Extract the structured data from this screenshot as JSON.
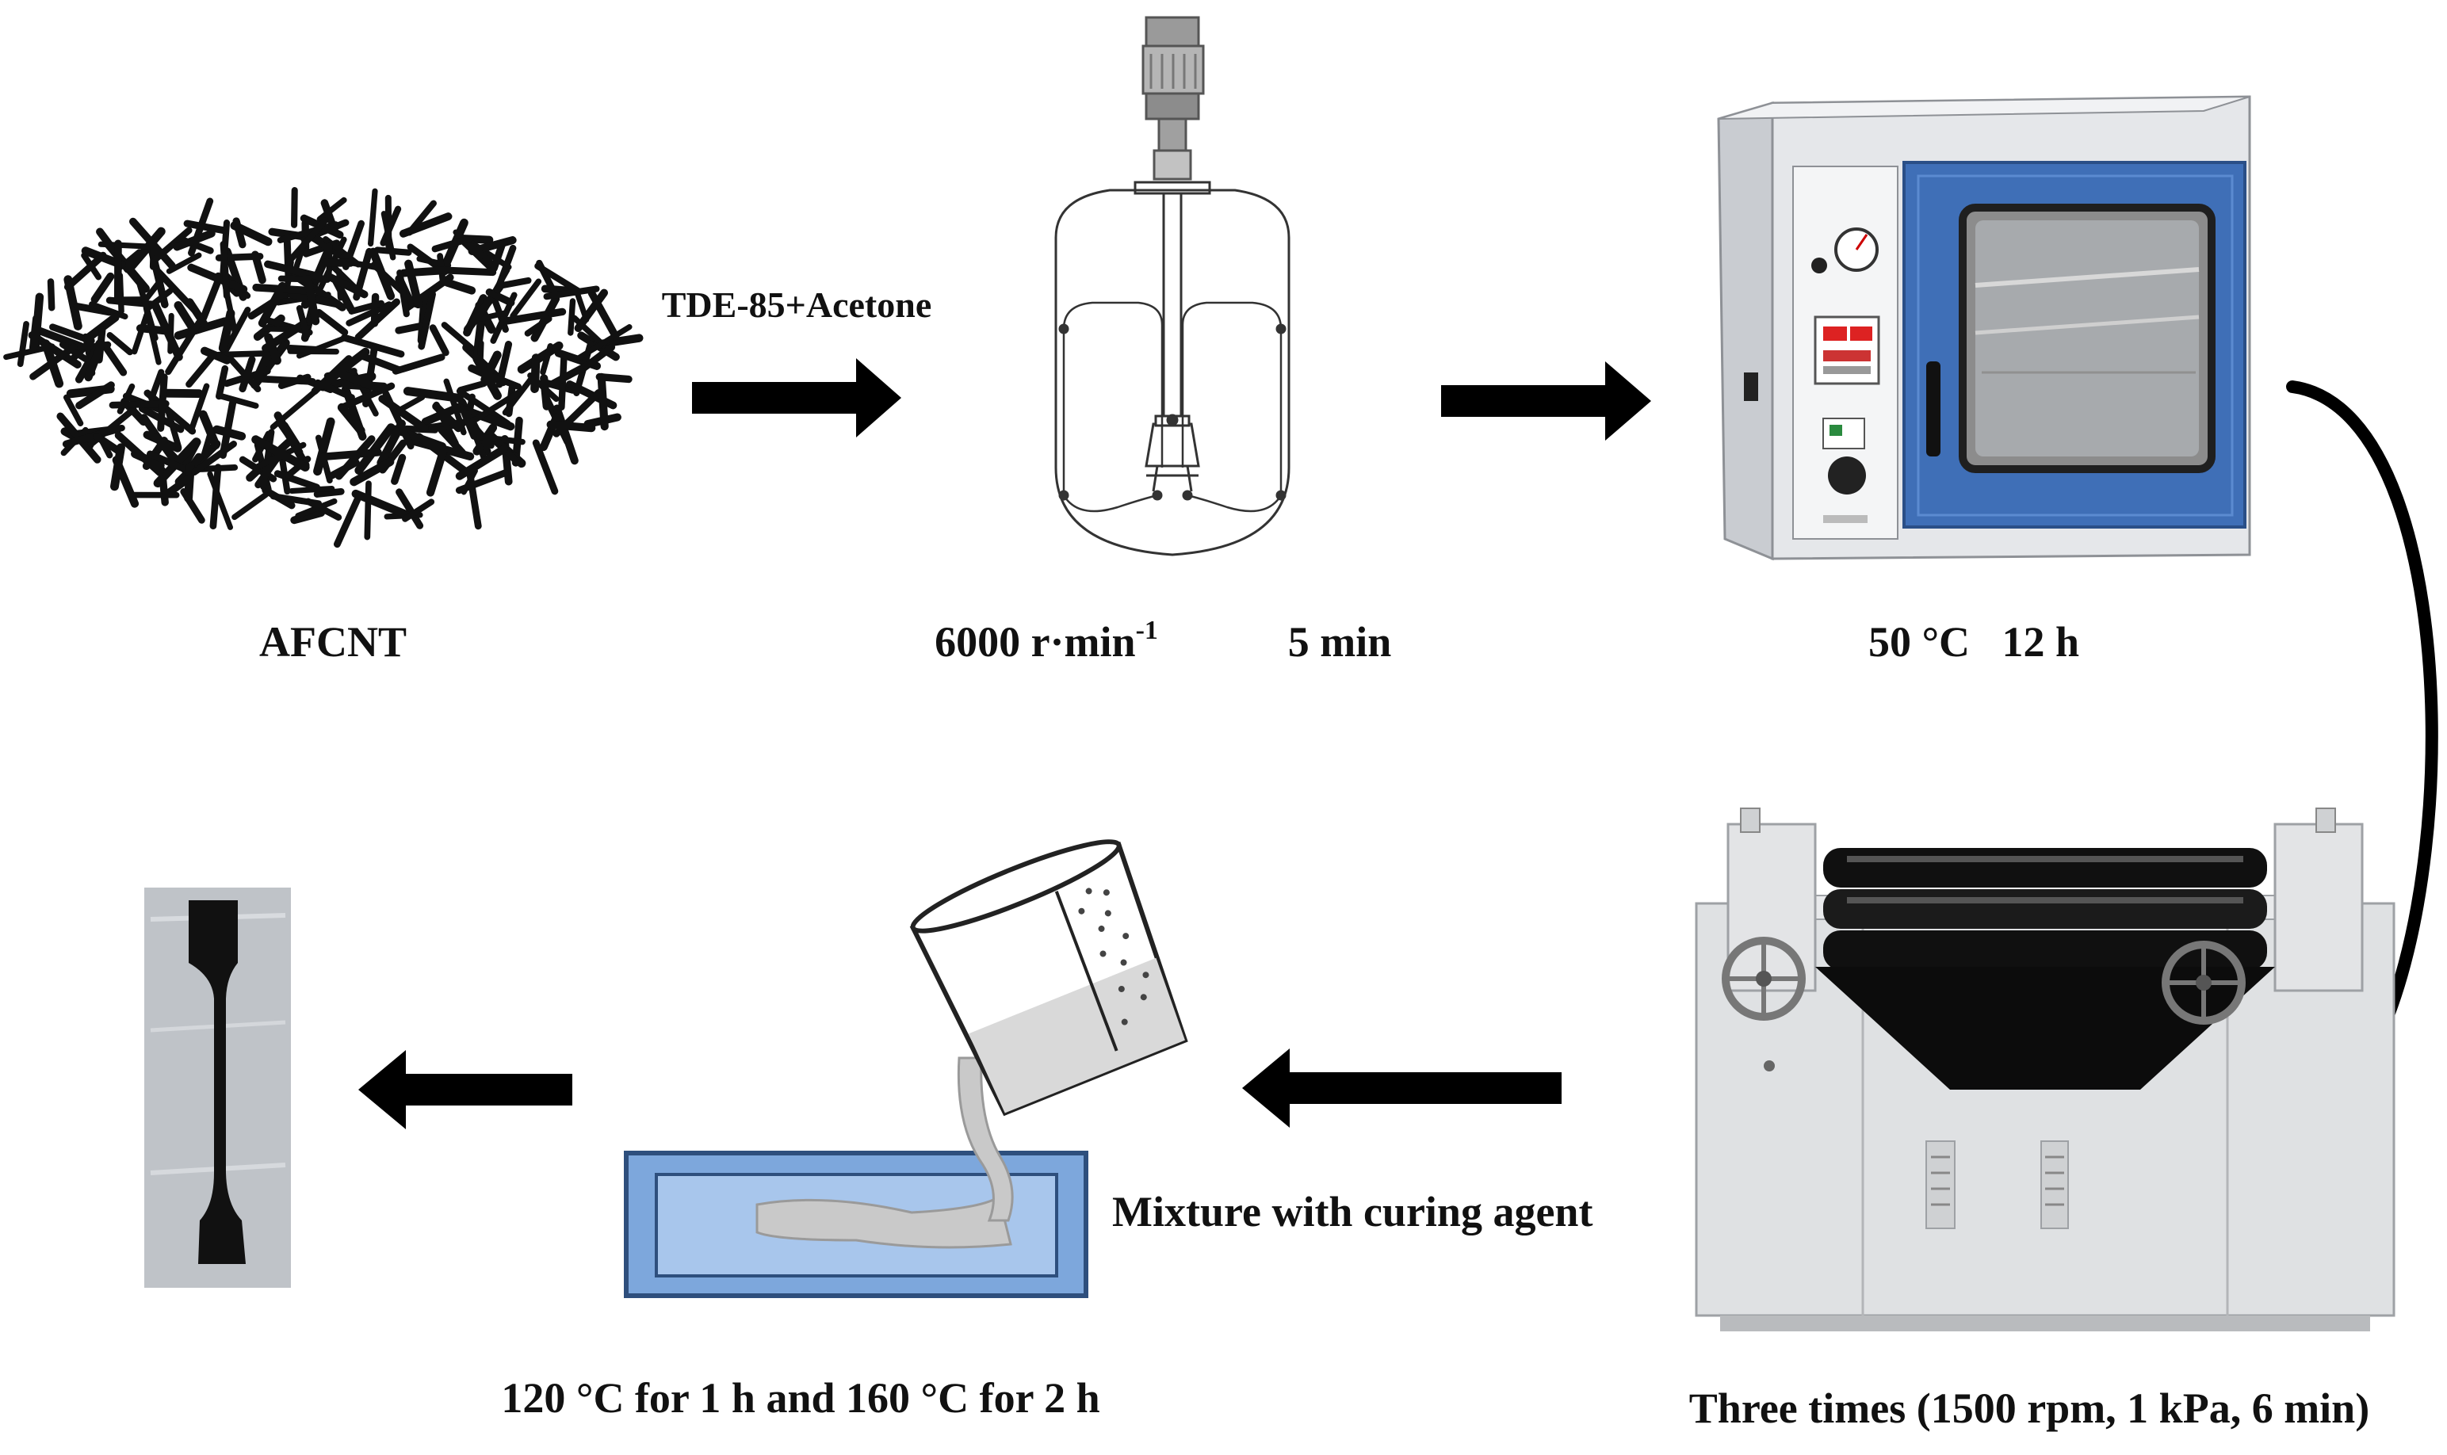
{
  "labels": {
    "afcnt": "AFCNT",
    "solvent": "TDE-85+Acetone",
    "stirring_prefix": "6000 r·min",
    "stirring_exp": "-1",
    "stirring_time": "5 min",
    "drying": "50 °C   12 h",
    "milling": "Three times (1500 rpm, 1 kPa, 6 min)",
    "mixing": "Mixture with curing agent",
    "curing": "120 °C for 1 h and 160 °C for 2 h"
  },
  "colors": {
    "arrow": "#000000",
    "oven_door": "#3f6fb7",
    "oven_body": "#e4e6ea",
    "mold_fill": "#7da7dc",
    "mixture": "#c9c9c9",
    "specimen": "#111111",
    "mill_body": "#dfe1e3"
  },
  "icons": {
    "nanotubes": "carbon-nanotube-cluster-icon",
    "reactor": "stirred-reactor-icon",
    "oven": "vacuum-drying-oven-icon",
    "mill": "three-roll-mill-icon",
    "beaker": "pouring-beaker-icon",
    "mold": "mold-tray-icon",
    "specimen": "dogbone-specimen-icon"
  }
}
